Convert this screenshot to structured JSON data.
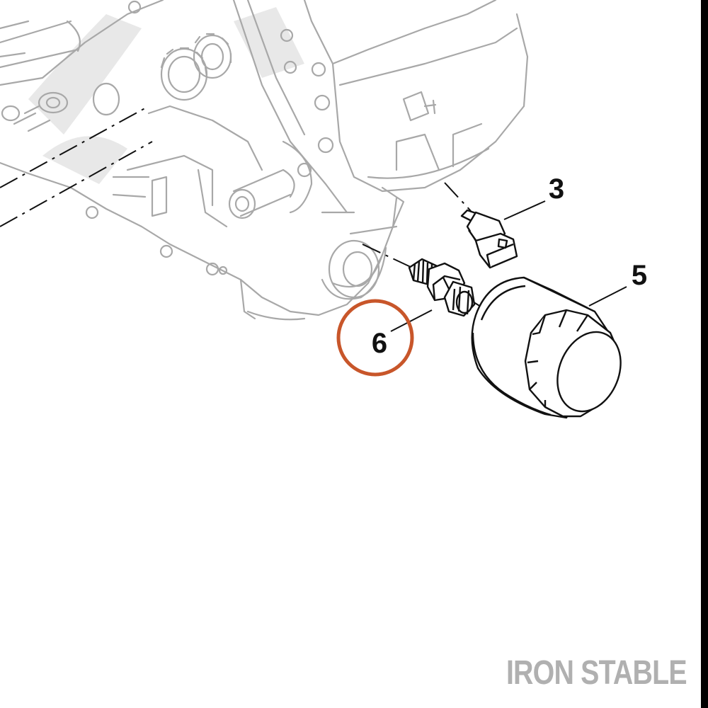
{
  "callouts": [
    {
      "id": "3",
      "label": "3"
    },
    {
      "id": "5",
      "label": "5"
    },
    {
      "id": "6",
      "label": "6",
      "highlighted": true
    }
  ],
  "brand": {
    "text": "IRON STABLE"
  },
  "colors": {
    "engine_line": "#a8a8a8",
    "part_line": "#111111",
    "highlight": "#c8562a",
    "watermark": "#e6e6e6",
    "brand_text": "#b0b0b0",
    "edge_bar": "#000000"
  }
}
